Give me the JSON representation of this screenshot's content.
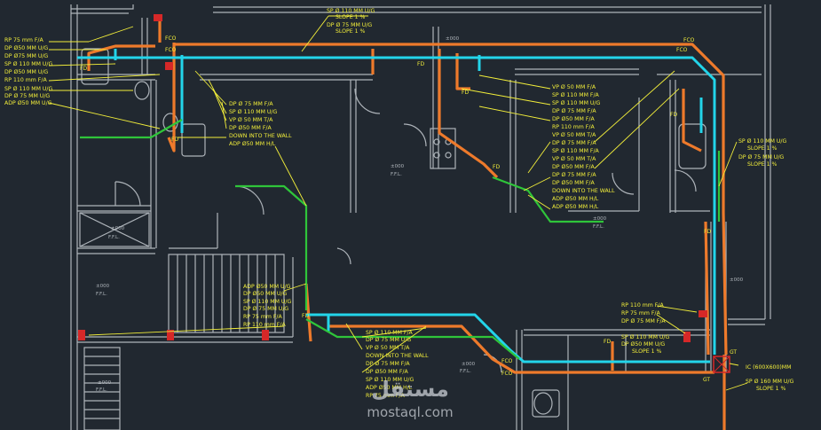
{
  "colors": {
    "background": "#212830",
    "walls": "#aeb4ba",
    "orange_pipe": "#ee7a2b",
    "cyan_pipe": "#23d5ea",
    "green_pipe": "#2fc53a",
    "labels": "#f2ee3a",
    "fixture": "#d62828"
  },
  "top_callouts": {
    "line1": "SP Ø 110 MM U/G",
    "line2": "SLOPE 1 %",
    "line3": "DP Ø 75 MM U/G"
  },
  "left_top_labels": [
    "RP 75 mm F/A",
    "DP Ø50 MM U/G",
    "DP Ø75 MM U/G",
    "SP Ø 110 MM U/G",
    "DP Ø50 MM U/G",
    "RP 110 mm F/A"
  ],
  "left_mid_labels": [
    "SP Ø 110 MM U/G",
    "DP Ø 75 MM U/G",
    "ADP Ø50 MM U/G"
  ],
  "center_labels": [
    "DP Ø 75 MM F/A",
    "SP Ø 110 MM U/G",
    "VP Ø 50 MM T/A",
    "DP Ø50 MM F/A",
    "DOWN INTO THE WALL",
    "ADP Ø50 MM H/L"
  ],
  "right_labels": [
    "VP Ø 50 MM F/A",
    "SP Ø 110 MM F/A",
    "SP Ø 110 MM U/G",
    "DP Ø 75 MM F/A",
    "DP Ø50 MM F/A",
    "RP 110 mm F/A",
    "VP Ø 50 MM T/A",
    "DP Ø 75 MM F/A",
    "SP Ø 110 MM F/A",
    "VP Ø 50 MM T/A",
    "DP Ø50 MM F/A",
    "DP Ø 75 MM F/A",
    "DP Ø50 MM F/A",
    "DOWN INTO THE WALL",
    "ADP Ø50 MM H/L",
    "ADP Ø50 MM H/L"
  ],
  "far_right_labels": {
    "line1": "SP Ø 110 MM U/G",
    "line2": "SLOPE 1 %",
    "line3": "DP Ø 75 MM U/G",
    "line4": "SLOPE 1 %"
  },
  "lower_left_labels": [
    "ADP Ø50 MM U/G",
    "DP Ø50 MM U/G",
    "SP Ø 110 MM U/G",
    "DP Ø 75 MM U/G",
    "RP 75 mm F/A",
    "RP 110 mm F/A"
  ],
  "lower_center_labels": [
    "SP Ø 110 MM F/A",
    "DP Ø 75 MM U/G",
    "VP Ø 50 MM T/A",
    "DOWN INTO THE WALL",
    "DP Ø 75 MM F/A",
    "DP Ø50 MM F/A",
    "SP Ø 110 MM U/G",
    "ADP Ø50 MM H/L",
    "RP 75 mm F/A"
  ],
  "lower_right_labels": [
    "RP 110 mm F/A",
    "RP 75 mm F/A",
    "DP Ø 75 MM F/A",
    "SP Ø 110 MM U/G",
    "DP Ø50 MM U/G",
    "SLOPE 1 %"
  ],
  "ic_label": "IC (600X600)MM",
  "bottom_right_labels": {
    "line1": "SP Ø 160 MM U/G",
    "line2": "SLOPE 1 %"
  },
  "markers": {
    "fd": "FD",
    "fco": "FCO",
    "gt": "GT",
    "ffl": "F.F.L.",
    "level": "±000"
  },
  "watermark": {
    "arabic": "مستقل",
    "latin": "mostaql.com"
  }
}
